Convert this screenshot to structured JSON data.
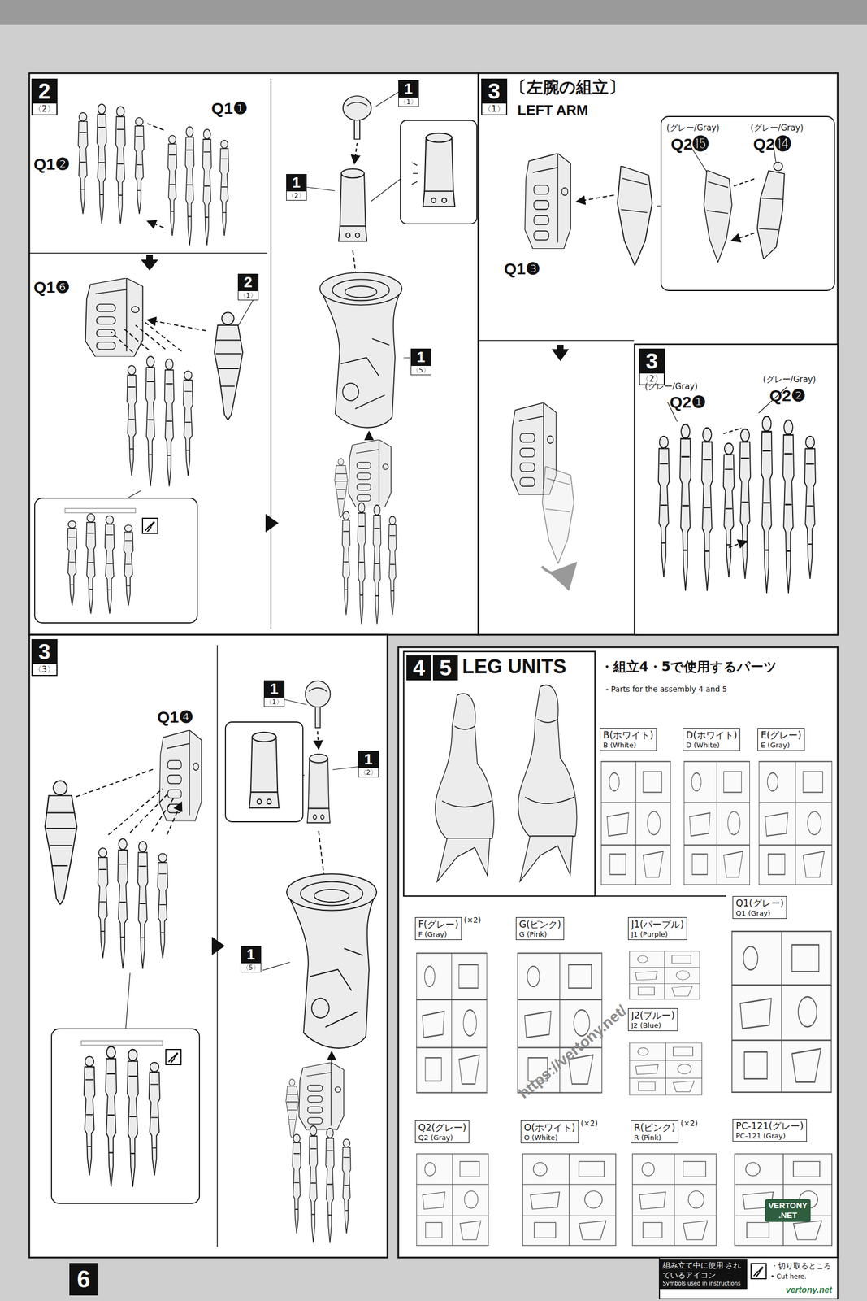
{
  "diagram": {
    "nodes": [
      {
        "text": [
          "2",
          "〈2〉"
        ]
      },
      {
        "text": [
          "2",
          "〈1〉"
        ]
      },
      {
        "text": [
          "1",
          "〈1〉"
        ]
      },
      {
        "text": [
          "1",
          "〈2〉"
        ]
      },
      {
        "text": [
          "1",
          "〈5〉"
        ]
      },
      {
        "text": [
          "3",
          "〈1〉"
        ]
      },
      {
        "text": [
          "3",
          "〈2〉"
        ]
      },
      {
        "text": [
          "3",
          "〈3〉"
        ]
      },
      {
        "text": [
          "1",
          "〈1〉"
        ]
      },
      {
        "text": [
          "1",
          "〈2〉"
        ]
      },
      {
        "text": [
          "1",
          "〈5〉"
        ]
      },
      {
        "text": [
          "4"
        ]
      },
      {
        "text": [
          "5"
        ]
      },
      {
        "text": [
          "B(ホワイト)",
          "B (White)"
        ]
      },
      {
        "text": [
          "D(ホワイト)",
          "D (White)"
        ]
      },
      {
        "text": [
          "E(グレー)",
          "E (Gray)"
        ]
      },
      {
        "text": [
          "F(グレー)",
          "F (Gray)"
        ]
      },
      {
        "text": [
          "G(ピンク)",
          "G (Pink)"
        ]
      },
      {
        "text": [
          "J1(パープル)",
          "J1 (Purple)"
        ]
      },
      {
        "text": [
          "J2(ブルー)",
          "J2 (Blue)"
        ]
      },
      {
        "text": [
          "Q1(グレー)",
          "Q1 (Gray)"
        ]
      },
      {
        "text": [
          "Q2(グレー)",
          "Q2 (Gray)"
        ]
      },
      {
        "text": [
          "O(ホワイト)",
          "O (White)"
        ]
      },
      {
        "text": [
          "R(ピンク)",
          "R (Pink)"
        ]
      },
      {
        "text": [
          "PC-121(グレー)",
          "PC-121 (Gray)"
        ]
      },
      {
        "text": [
          "組み立て中に使用 されているアイコン",
          "Symbols used in instructions"
        ]
      },
      {
        "text": [
          "6"
        ]
      }
    ],
    "labels": [
      "Q1❶",
      "Q1❷",
      "Q1❻",
      "〔左腕の組立〕",
      "LEFT ARM",
      "(グレー/Gray)",
      "Q2⓯",
      "(グレー/Gray)",
      "Q2⓮",
      "Q1❸",
      "(グレー/Gray)",
      "Q2❶",
      "(グレー/Gray)",
      "Q2❷",
      "Q1❹",
      "LEG UNITS",
      "・組立4・5で使用するパーツ",
      "- Parts for the assembly 4 and 5",
      "(×2)",
      "(×2)",
      "(×2)",
      "https://vertony.net/",
      "VERTONY .NET",
      "vertony.net"
    ],
    "legend": [
      {
        "text": "・切り取るところ"
      },
      {
        "text": "• Cut here."
      }
    ]
  }
}
